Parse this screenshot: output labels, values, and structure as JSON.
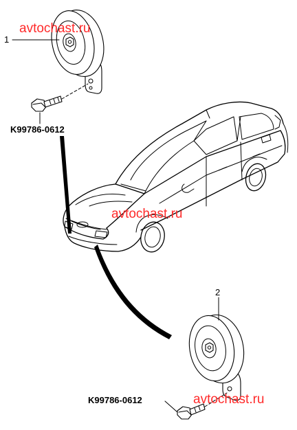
{
  "callouts": {
    "part_1": "1",
    "part_2": "2"
  },
  "part_numbers": {
    "bolt_top": "K99786-0612",
    "bolt_bottom": "K99786-0612"
  },
  "watermarks": {
    "top": "avtochast.ru",
    "middle": "avtochast.ru",
    "bottom": "avtochast.ru"
  },
  "colors": {
    "watermark": "#ff2a2a",
    "line": "#000000"
  }
}
